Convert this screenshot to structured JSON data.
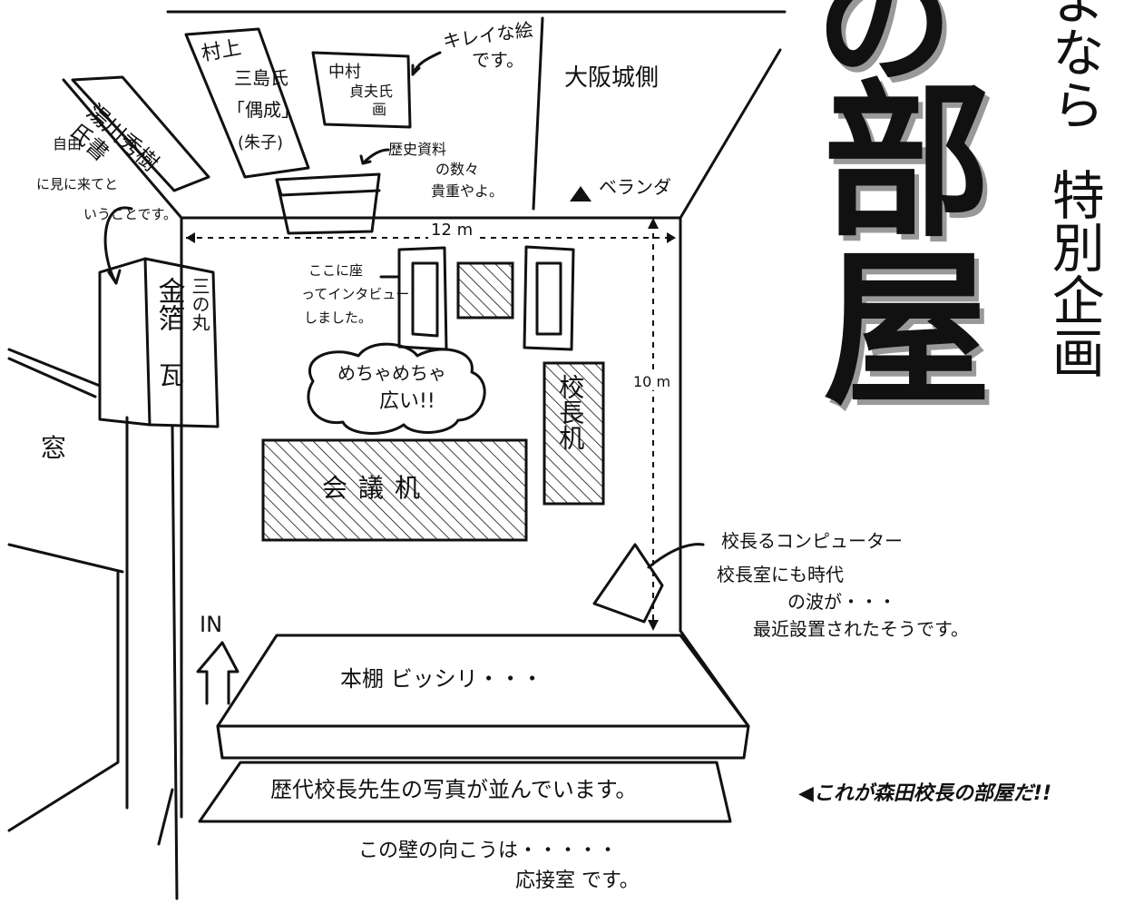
{
  "title": {
    "kanji_fragment": "の",
    "heading": "部屋",
    "subtitle_fragment": "よなら",
    "subtitle": "特別企画"
  },
  "frames": {
    "yukawa": "湯川秀樹氏書",
    "murakami": [
      "村上",
      "三島氏",
      "「偶成」",
      "(朱子)"
    ],
    "nakamura": [
      "中村",
      "貞夫氏",
      "画"
    ],
    "kinpaku": "金箔",
    "sannomaru": "三の丸",
    "gawara": "瓦"
  },
  "notes": {
    "kirei": [
      "キレイな絵",
      "です。"
    ],
    "osaka": "大阪城側",
    "veranda": "ベランダ",
    "rekishi": [
      "歴史資料",
      "の数々",
      "貴重やよ。"
    ],
    "jiyu": [
      "自由",
      "に見に来てと",
      "いうことです。"
    ],
    "window": "窓",
    "interview": [
      "ここに座",
      "ってインタビュー",
      "しました。"
    ],
    "hiroi": [
      "めちゃめちゃ",
      "広い!!"
    ],
    "kaigi": "会議机",
    "kocho_desk": "校長机",
    "computer": [
      "校長るコンピューター",
      "校長室にも時代",
      "の波が・・・",
      "最近設置されたそうです。"
    ],
    "in_label": "IN",
    "hondana": "本棚 ビッシリ・・・",
    "photos": "歴代校長先生の写真が並んでいます。",
    "caption": "◀これが森田校長の部屋だ!!",
    "wall": [
      "この壁の向こうは・・・・・",
      "応接室 です。"
    ]
  },
  "dimensions": {
    "width": "12 m",
    "depth": "10 m"
  }
}
